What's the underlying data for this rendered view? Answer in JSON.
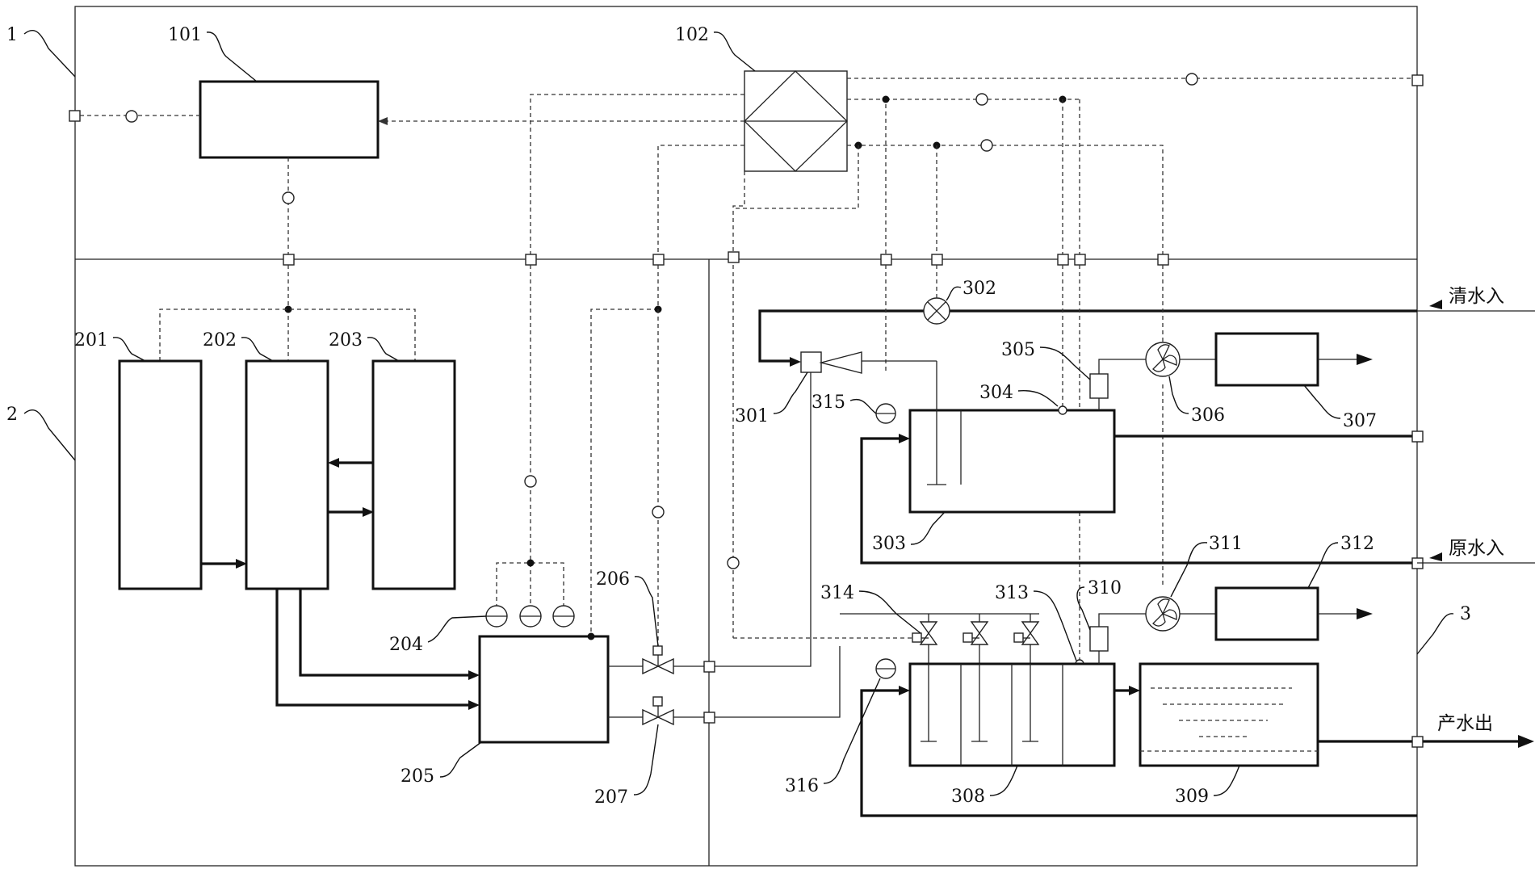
{
  "labels": {
    "n1": "1",
    "n2": "2",
    "n3": "3",
    "n101": "101",
    "n102": "102",
    "n201": "201",
    "n202": "202",
    "n203": "203",
    "n204": "204",
    "n205": "205",
    "n206": "206",
    "n207": "207",
    "n301": "301",
    "n302": "302",
    "n303": "303",
    "n304": "304",
    "n305": "305",
    "n306": "306",
    "n307": "307",
    "n308": "308",
    "n309": "309",
    "n310": "310",
    "n311": "311",
    "n312": "312",
    "n313": "313",
    "n314": "314",
    "n315": "315",
    "n316": "316"
  },
  "io_labels": {
    "clean_water_in": "清水入",
    "raw_water_in": "原水入",
    "product_water_out": "产水出"
  }
}
